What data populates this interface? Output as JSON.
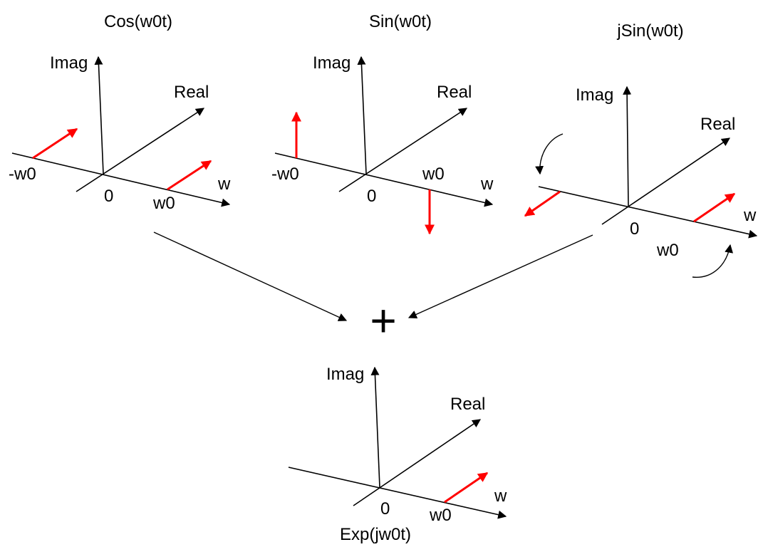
{
  "colors": {
    "axis": "#000000",
    "vector": "#ff0000",
    "background": "#ffffff"
  },
  "panels": [
    {
      "title": "Cos(w0t)",
      "axis_labels": {
        "imag": "Imag",
        "real": "Real",
        "w": "w",
        "origin": "0"
      },
      "freq_labels": [
        "-w0",
        "w0"
      ]
    },
    {
      "title": "Sin(w0t)",
      "axis_labels": {
        "imag": "Imag",
        "real": "Real",
        "w": "w",
        "origin": "0"
      },
      "freq_labels": [
        "-w0",
        "w0"
      ]
    },
    {
      "title": "jSin(w0t)",
      "axis_labels": {
        "imag": "Imag",
        "real": "Real",
        "w": "w",
        "origin": "0"
      },
      "freq_labels": [
        "w0"
      ]
    }
  ],
  "sum": {
    "operator": "+"
  },
  "result": {
    "title": "Exp(jw0t)",
    "axis_labels": {
      "imag": "Imag",
      "real": "Real",
      "w": "w",
      "origin": "0"
    },
    "freq_labels": [
      "w0"
    ]
  }
}
